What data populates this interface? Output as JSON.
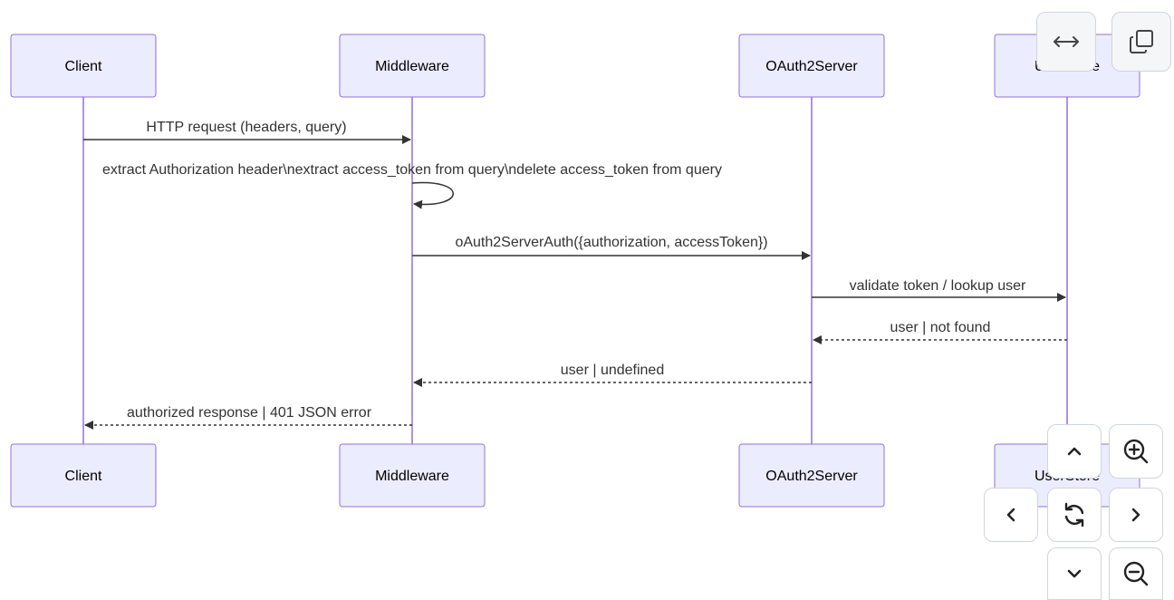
{
  "diagram": {
    "participants": [
      {
        "id": "client",
        "label": "Client"
      },
      {
        "id": "middleware",
        "label": "Middleware"
      },
      {
        "id": "oauth2server",
        "label": "OAuth2Server"
      },
      {
        "id": "userstore",
        "label": "UserStore"
      }
    ],
    "messages": [
      {
        "from": "client",
        "to": "middleware",
        "label": "HTTP request (headers, query)",
        "style": "solid"
      },
      {
        "from": "middleware",
        "to": "middleware",
        "label": "extract Authorization header\\nextract access_token from query\\ndelete access_token from query",
        "style": "self"
      },
      {
        "from": "middleware",
        "to": "oauth2server",
        "label": "oAuth2ServerAuth({authorization, accessToken})",
        "style": "solid"
      },
      {
        "from": "oauth2server",
        "to": "userstore",
        "label": "validate token / lookup user",
        "style": "solid"
      },
      {
        "from": "userstore",
        "to": "oauth2server",
        "label": "user | not found",
        "style": "dashed"
      },
      {
        "from": "oauth2server",
        "to": "middleware",
        "label": "user | undefined",
        "style": "dashed"
      },
      {
        "from": "middleware",
        "to": "client",
        "label": "authorized response | 401 JSON error",
        "style": "dashed"
      }
    ]
  },
  "controls": {
    "toolbar": [
      {
        "name": "fit-width-button",
        "icon": "horizontal-arrows-icon"
      },
      {
        "name": "copy-button",
        "icon": "copy-icon"
      }
    ],
    "pan_zoom": [
      {
        "name": "pan-up-button",
        "icon": "chevron-up-icon"
      },
      {
        "name": "zoom-in-button",
        "icon": "zoom-in-icon"
      },
      {
        "name": "pan-left-button",
        "icon": "chevron-left-icon"
      },
      {
        "name": "reset-view-button",
        "icon": "refresh-icon"
      },
      {
        "name": "pan-right-button",
        "icon": "chevron-right-icon"
      },
      {
        "name": "pan-down-button",
        "icon": "chevron-down-icon"
      },
      {
        "name": "zoom-out-button",
        "icon": "zoom-out-icon"
      }
    ]
  },
  "colors": {
    "actor_fill": "#ececff",
    "actor_stroke": "#9370db",
    "message_line": "#333333"
  }
}
